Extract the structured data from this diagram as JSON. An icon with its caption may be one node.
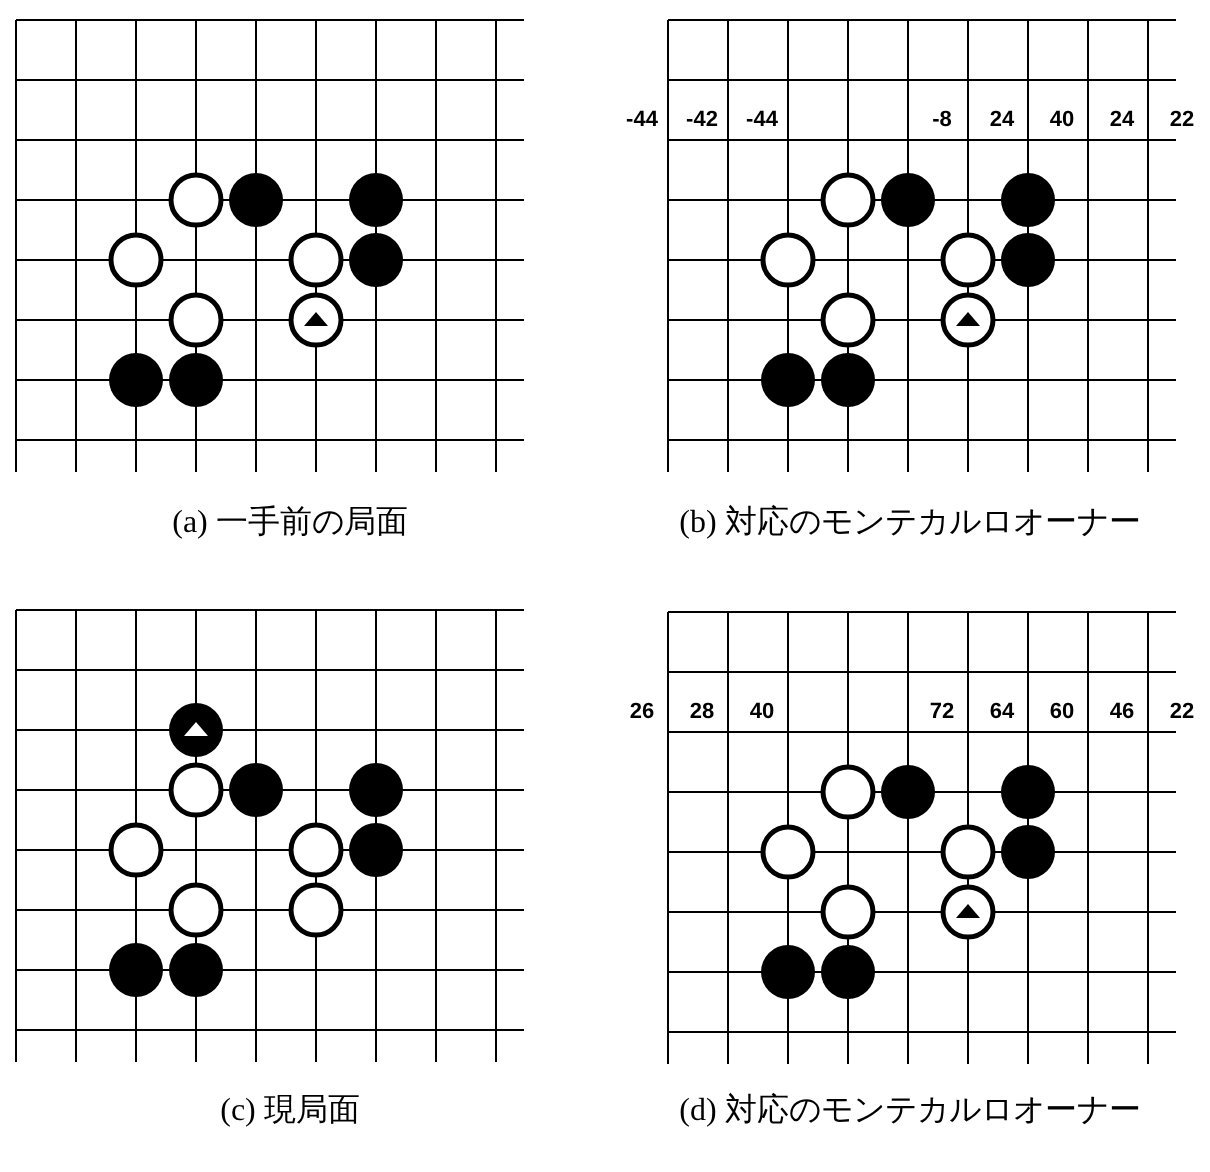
{
  "diagram": {
    "labels": [
      "-44",
      "-42",
      "-44",
      "-8",
      "24",
      "40",
      "24",
      "22",
      "(a) 一手前の局面",
      "(b) 対応のモンテカルロオーナー",
      "26",
      "28",
      "40",
      "72",
      "64",
      "60",
      "46",
      "22",
      "(c) 現局面",
      "(d) 対応のモンテカルロオーナー"
    ]
  }
}
